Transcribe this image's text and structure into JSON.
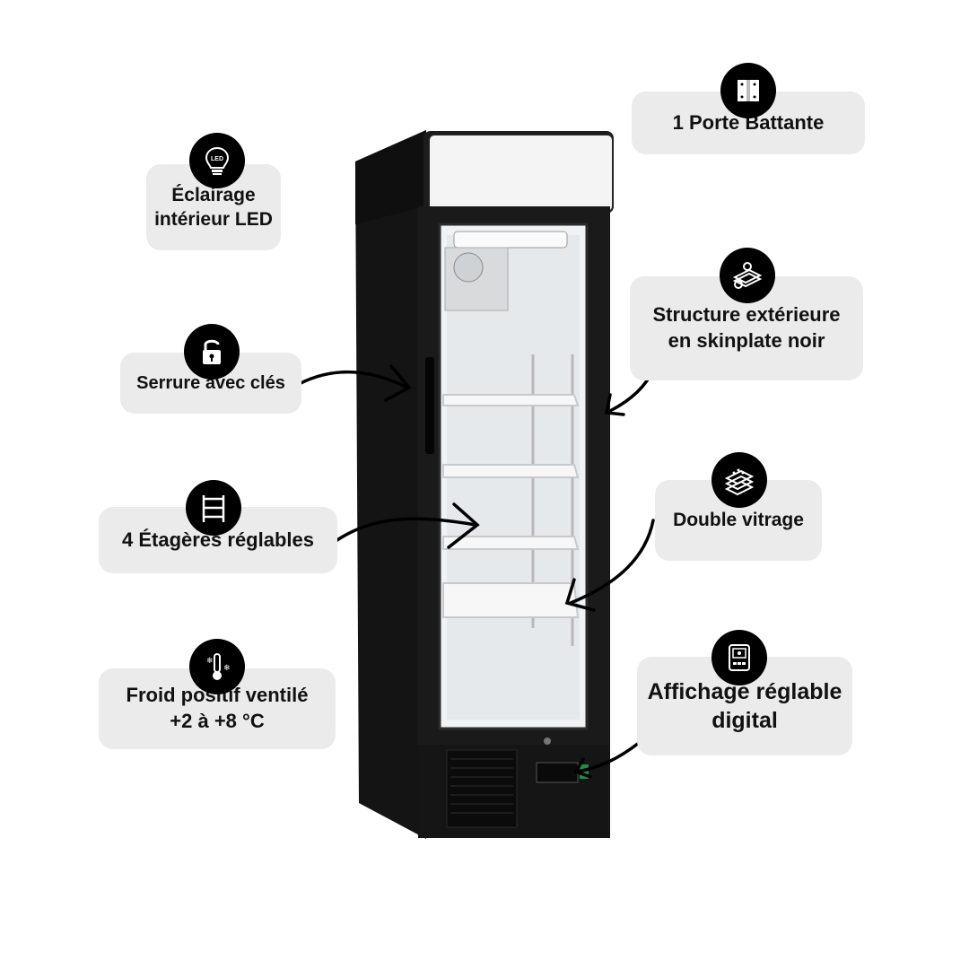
{
  "features": {
    "led": {
      "label": "Éclairage\nintérieur LED",
      "icon": "led-bulb-icon"
    },
    "lock": {
      "label": "Serrure avec clés",
      "icon": "padlock-icon"
    },
    "shelves": {
      "label": "4 Étagères réglables",
      "icon": "shelves-icon"
    },
    "cold": {
      "label": "Froid positif ventilé\n+2 à +8 °C",
      "icon": "thermometer-snowflake-icon"
    },
    "door": {
      "label": "1 Porte Battante",
      "icon": "door-hinge-icon"
    },
    "structure": {
      "label": "Structure extérieure\nen skinplate noir",
      "icon": "steel-sheet-icon"
    },
    "glazing": {
      "label": "Double vitrage",
      "icon": "double-glazing-icon"
    },
    "display": {
      "label": "Affichage réglable\ndigital",
      "icon": "digital-thermostat-icon"
    }
  },
  "colors": {
    "card_bg": "#ebebeb",
    "badge_bg": "#000000",
    "fridge_body": "#1a1a1a",
    "text": "#111111"
  }
}
